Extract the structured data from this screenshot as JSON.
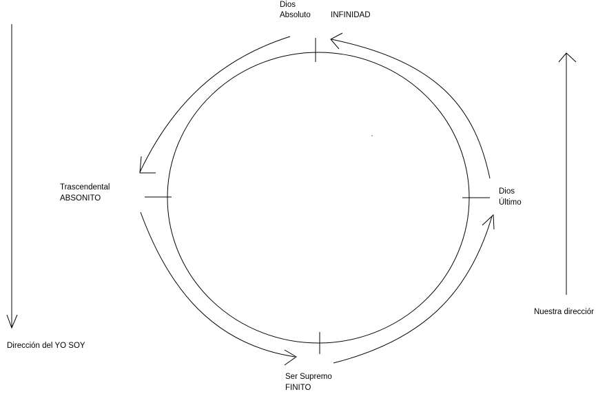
{
  "labels": {
    "top_line1": "Dios",
    "top_line2": "Absoluto",
    "top_right": "INFINIDAD",
    "left_line1": "Trascendental",
    "left_line2": "ABSONITO",
    "right_line1": "Dios",
    "right_line2": "Último",
    "bottom_line1": "Ser Supremo",
    "bottom_line2": "FINITO",
    "left_direction": "Dirección del YO SOY",
    "right_direction": "Nuestra direcciór"
  },
  "colors": {
    "ink": "#000000",
    "background": "#ffffff"
  }
}
